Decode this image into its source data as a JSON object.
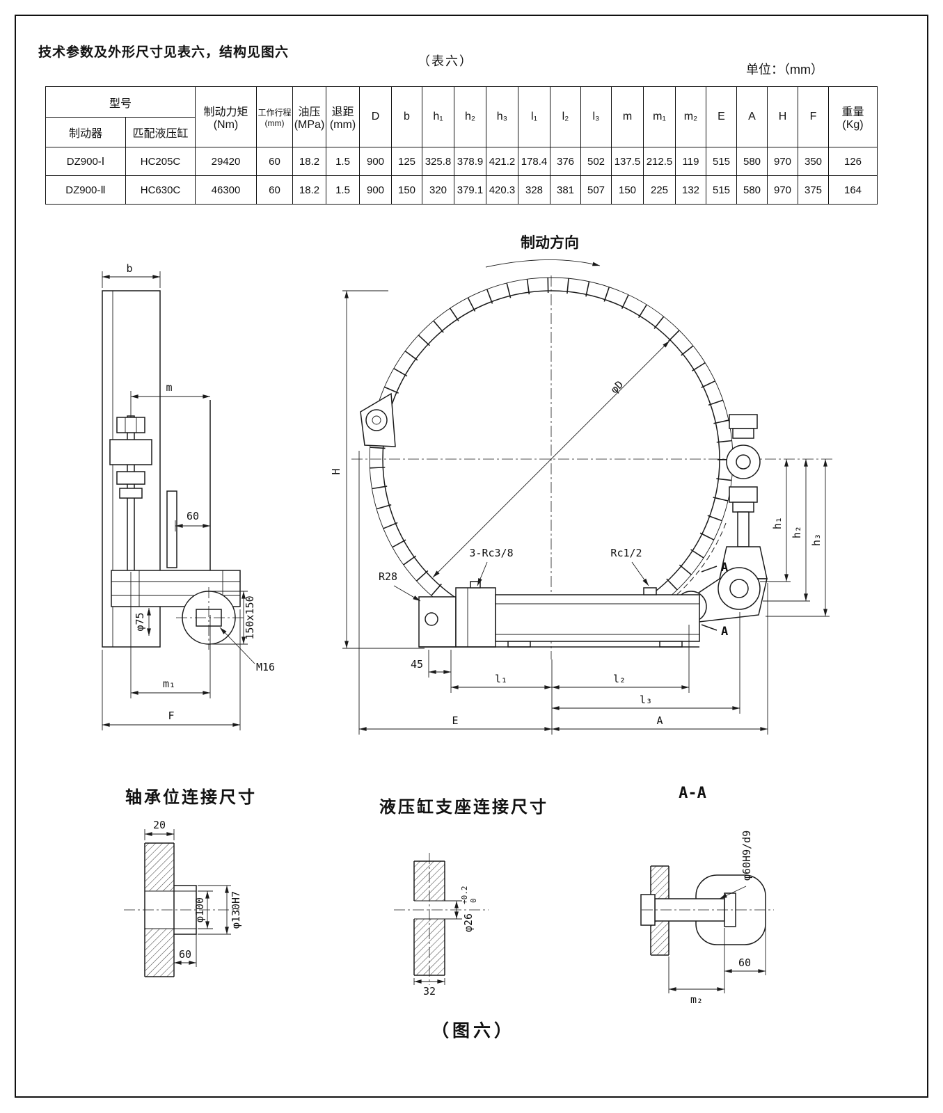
{
  "page": {
    "intro": "技术参数及外形尺寸见表六，结构见图六",
    "table_caption": "（表六）",
    "unit": "单位：（mm）",
    "figure_caption": "（图六）"
  },
  "table": {
    "header": {
      "model": "型号",
      "brake": "制动器",
      "cylinder": "匹配液压缸",
      "torque": "制动力矩\n(Nm)",
      "stroke": "工作行程\n(mm)",
      "pressure": "油压\n(MPa)",
      "retreat": "退距\n(mm)",
      "dims": [
        "D",
        "b",
        "h₁",
        "h₂",
        "h₃",
        "l₁",
        "l₂",
        "l₃",
        "m",
        "m₁",
        "m₂",
        "E",
        "A",
        "H",
        "F"
      ],
      "weight": "重量\n(Kg)"
    },
    "rows": [
      {
        "brake": "DZ900-Ⅰ",
        "cylinder": "HC205C",
        "values": [
          "29420",
          "60",
          "18.2",
          "1.5",
          "900",
          "125",
          "325.8",
          "378.9",
          "421.2",
          "178.4",
          "376",
          "502",
          "137.5",
          "212.5",
          "119",
          "515",
          "580",
          "970",
          "350",
          "126"
        ]
      },
      {
        "brake": "DZ900-Ⅱ",
        "cylinder": "HC630C",
        "values": [
          "46300",
          "60",
          "18.2",
          "1.5",
          "900",
          "150",
          "320",
          "379.1",
          "420.3",
          "328",
          "381",
          "507",
          "150",
          "225",
          "132",
          "515",
          "580",
          "970",
          "375",
          "164"
        ]
      }
    ]
  },
  "figure": {
    "brake_direction": "制动方向",
    "side_view": {
      "dim_b": "b",
      "dim_m": "m",
      "dim_60": "60",
      "dim_phi75": "φ75",
      "dim_150x150": "150x150",
      "dim_m16": "M16",
      "dim_m1": "m₁",
      "dim_F": "F"
    },
    "main_view": {
      "dim_H": "H",
      "dim_phiD": "φD",
      "dim_R28": "R28",
      "label_rc38": "3-Rc3/8",
      "label_rc12": "Rc1/2",
      "dim_45": "45",
      "dim_l1": "l₁",
      "dim_l2": "l₂",
      "dim_l3": "l₃",
      "dim_E": "E",
      "dim_A": "A",
      "dim_h1": "h₁",
      "dim_h2": "h₂",
      "dim_h3": "h₃",
      "section_A": "A"
    },
    "bearing_detail": {
      "title": "轴承位连接尺寸",
      "dim_20": "20",
      "dim_phi100": "φ100",
      "dim_phi130": "φ130H7",
      "dim_60": "60"
    },
    "cylinder_detail": {
      "title": "液压缸支座连接尺寸",
      "dim_phi26": "φ26",
      "tol_up": "+0.2",
      "tol_dn": "0",
      "dim_32": "32"
    },
    "section_aa": {
      "title": "A-A",
      "dim_phi60": "φ60H9/d9",
      "dim_60": "60",
      "dim_m2": "m₂"
    }
  }
}
